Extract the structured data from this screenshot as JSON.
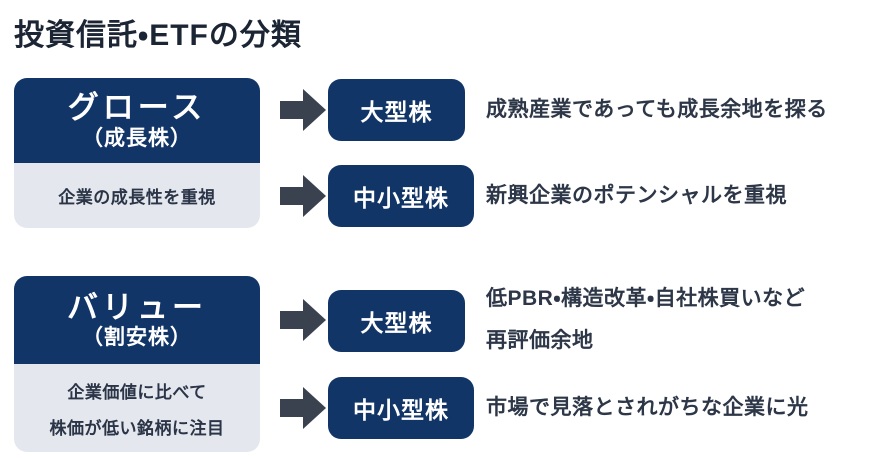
{
  "title": "投資信託・ETFの分類",
  "colors": {
    "navy": "#123567",
    "light_panel": "#e4e8ee",
    "arrow": "#3a424f",
    "text_dark": "#2d3748",
    "background": "#ffffff"
  },
  "groups": [
    {
      "name": "グロース",
      "sub": "（成長株）",
      "note_lines": [
        "企業の成長性を重視"
      ]
    },
    {
      "name": "バリュー",
      "sub": "（割安株）",
      "note_lines": [
        "企業価値に比べて",
        "株価が低い銘柄に注目"
      ]
    }
  ],
  "rows": [
    {
      "box": "大型株",
      "desc_lines": [
        "成熟産業であっても成長余地を探る"
      ]
    },
    {
      "box": "中小型株",
      "desc_lines": [
        "新興企業のポテンシャルを重視"
      ]
    },
    {
      "box": "大型株",
      "desc_lines": [
        "低PBR・構造改革・自社株買いなど",
        "再評価余地"
      ]
    },
    {
      "box": "中小型株",
      "desc_lines": [
        "市場で見落とされがちな企業に光"
      ]
    }
  ]
}
